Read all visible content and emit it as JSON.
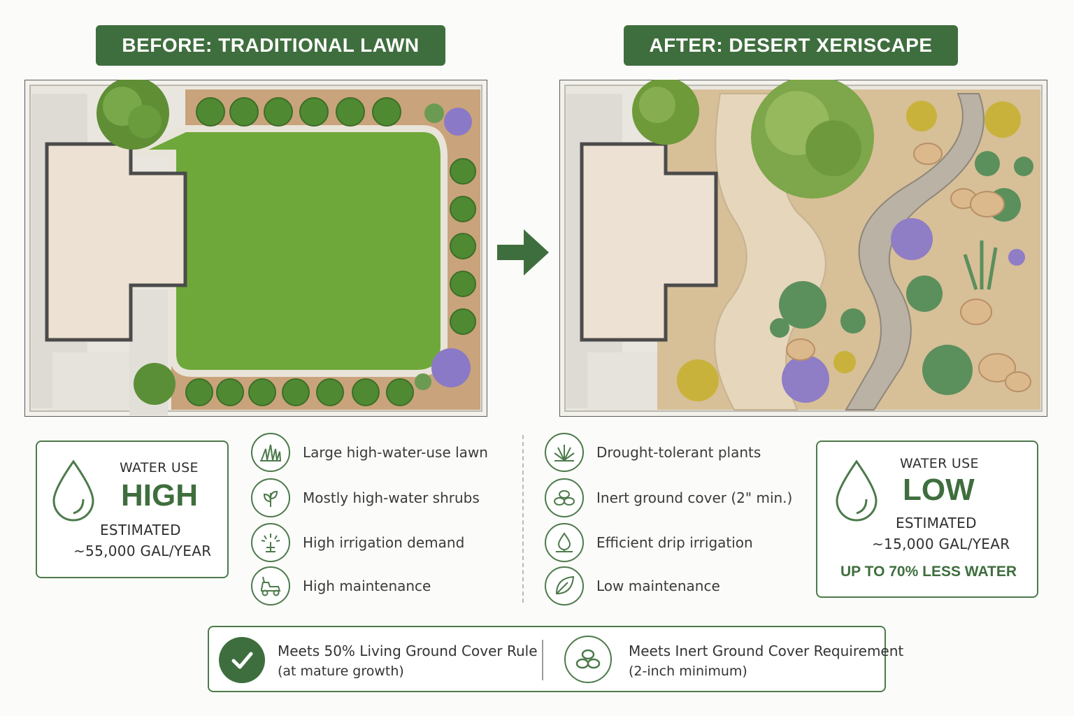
{
  "before": {
    "title": "BEFORE: TRADITIONAL LAWN",
    "water_use_label": "WATER USE",
    "water_use_level": "HIGH",
    "estimated_label": "ESTIMATED",
    "gallons": "~55,000 GAL/YEAR",
    "features": [
      {
        "icon": "grass-icon",
        "label": "Large high-water-use lawn"
      },
      {
        "icon": "sprout-icon",
        "label": "Mostly high-water shrubs"
      },
      {
        "icon": "sprinkler-icon",
        "label": "High irrigation demand"
      },
      {
        "icon": "lawn-mower-icon",
        "label": "High maintenance"
      }
    ]
  },
  "after": {
    "title": "AFTER: DESERT XERISCAPE",
    "water_use_label": "WATER USE",
    "water_use_level": "LOW",
    "estimated_label": "ESTIMATED",
    "gallons": "~15,000 GAL/YEAR",
    "savings": "UP TO 70% LESS WATER",
    "features": [
      {
        "icon": "agave-icon",
        "label": "Drought-tolerant plants"
      },
      {
        "icon": "stones-icon",
        "label": "Inert ground cover (2\" min.)"
      },
      {
        "icon": "drip-icon",
        "label": "Efficient drip irrigation"
      },
      {
        "icon": "leaf-icon",
        "label": "Low maintenance"
      }
    ]
  },
  "requirements": {
    "living_cover_line1": "Meets 50% Living Ground Cover Rule",
    "living_cover_line2": "(at mature growth)",
    "inert_cover_line1": "Meets Inert Ground Cover Requirement",
    "inert_cover_line2": "(2-inch minimum)"
  },
  "colors": {
    "brand_green": "#3f6e3e",
    "lawn_green": "#6fa83a",
    "gravel": "#d7bf98",
    "house": "#ece1d2"
  }
}
